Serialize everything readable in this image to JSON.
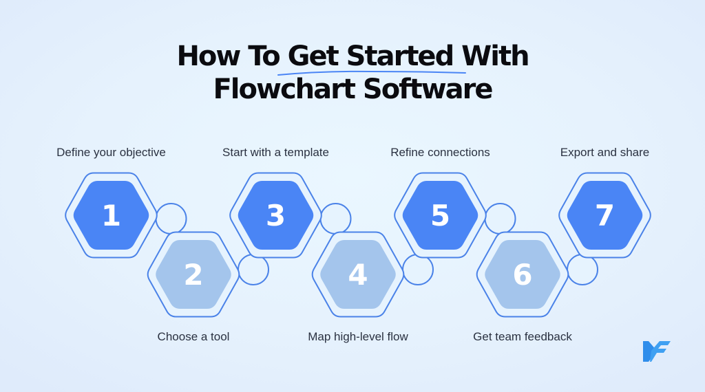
{
  "title": {
    "line1_prefix": "How To ",
    "line1_highlight": "Get Started",
    "line1_suffix": " With",
    "line2": "Flowchart Software"
  },
  "colors": {
    "primary_blue": "#4A85F5",
    "light_blue": "#A4C5EC",
    "outline_blue": "#4A82E8",
    "ring_fill": "#E6F3FE",
    "text_dark": "#2A3140",
    "logo_blue": "#2F8DEB"
  },
  "steps": [
    {
      "number": "1",
      "label": "Define your objective",
      "style": "primary",
      "row": "top"
    },
    {
      "number": "2",
      "label": "Choose a tool",
      "style": "light",
      "row": "bottom"
    },
    {
      "number": "3",
      "label": "Start with a template",
      "style": "primary",
      "row": "top"
    },
    {
      "number": "4",
      "label": "Map high-level flow",
      "style": "light",
      "row": "bottom"
    },
    {
      "number": "5",
      "label": "Refine connections",
      "style": "primary",
      "row": "top"
    },
    {
      "number": "6",
      "label": "Get team feedback",
      "style": "light",
      "row": "bottom"
    },
    {
      "number": "7",
      "label": "Export and share",
      "style": "primary",
      "row": "top"
    }
  ],
  "logo": {
    "icon": "kf-logo-icon"
  }
}
